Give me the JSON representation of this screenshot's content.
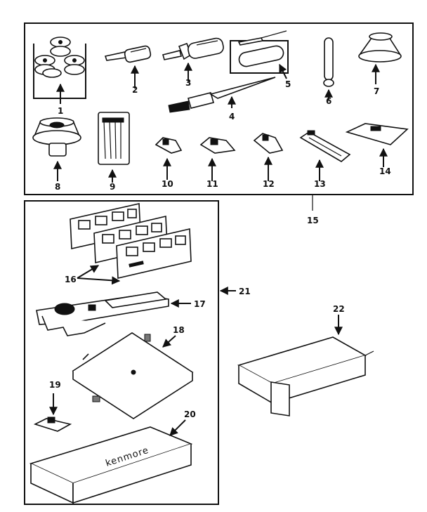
{
  "parts": {
    "p1": "1",
    "p2": "2",
    "p3": "3",
    "p4": "4",
    "p5": "5",
    "p6": "6",
    "p7": "7",
    "p8": "8",
    "p9": "9",
    "p10": "10",
    "p11": "11",
    "p12": "12",
    "p13": "13",
    "p14": "14",
    "p15": "15",
    "p16": "16",
    "p17": "17",
    "p18": "18",
    "p19": "19",
    "p20": "20",
    "p21": "21",
    "p22": "22"
  },
  "box_brand": "kenmore"
}
